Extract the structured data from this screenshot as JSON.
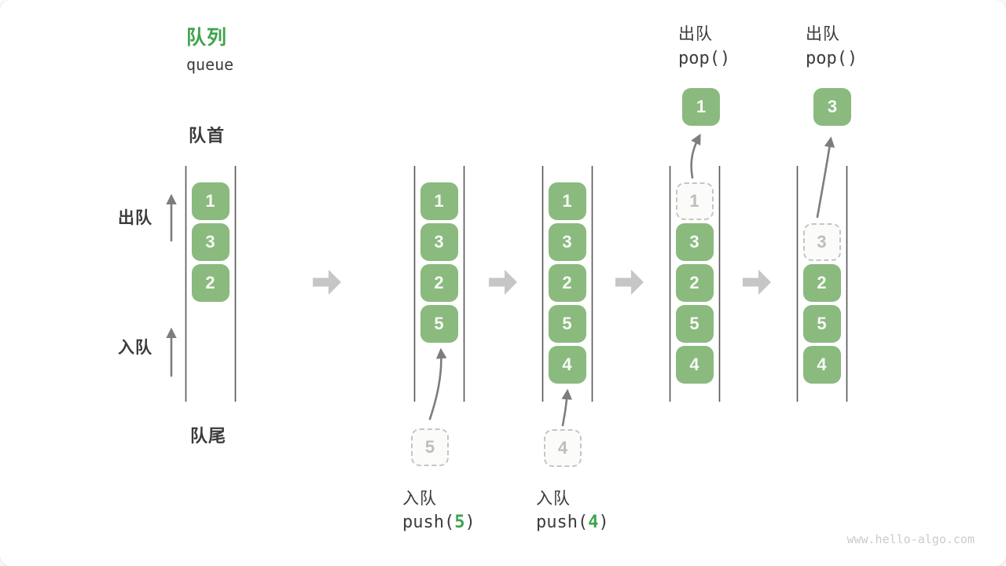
{
  "title": {
    "zh": "队列",
    "en": "queue"
  },
  "labels": {
    "front": "队首",
    "rear": "队尾",
    "dequeue_side": "出队",
    "enqueue_side": "入队"
  },
  "states": [
    {
      "name": "initial",
      "slots": [
        {
          "value": "1",
          "style": "solid"
        },
        {
          "value": "3",
          "style": "solid"
        },
        {
          "value": "2",
          "style": "solid"
        },
        {
          "style": "empty"
        },
        {
          "style": "empty"
        }
      ]
    },
    {
      "name": "after-push-5",
      "slots": [
        {
          "value": "1",
          "style": "solid"
        },
        {
          "value": "3",
          "style": "solid"
        },
        {
          "value": "2",
          "style": "solid"
        },
        {
          "value": "5",
          "style": "solid"
        },
        {
          "style": "empty"
        }
      ],
      "staging": {
        "value": "5"
      },
      "op": {
        "zh": "入队",
        "code": [
          {
            "text": "push(",
            "accent": false
          },
          {
            "text": "5",
            "accent": true
          },
          {
            "text": ")",
            "accent": false
          }
        ],
        "position": "bottom"
      }
    },
    {
      "name": "after-push-4",
      "slots": [
        {
          "value": "1",
          "style": "solid"
        },
        {
          "value": "3",
          "style": "solid"
        },
        {
          "value": "2",
          "style": "solid"
        },
        {
          "value": "5",
          "style": "solid"
        },
        {
          "value": "4",
          "style": "solid"
        }
      ],
      "staging": {
        "value": "4"
      },
      "op": {
        "zh": "入队",
        "code": [
          {
            "text": "push(",
            "accent": false
          },
          {
            "text": "4",
            "accent": true
          },
          {
            "text": ")",
            "accent": false
          }
        ],
        "position": "bottom"
      }
    },
    {
      "name": "after-pop-1",
      "slots": [
        {
          "value": "1",
          "style": "dashed"
        },
        {
          "value": "3",
          "style": "solid"
        },
        {
          "value": "2",
          "style": "solid"
        },
        {
          "value": "5",
          "style": "solid"
        },
        {
          "value": "4",
          "style": "solid"
        }
      ],
      "popped": {
        "value": "1"
      },
      "op": {
        "zh": "出队",
        "code": [
          {
            "text": "pop()",
            "accent": false
          }
        ],
        "position": "top"
      }
    },
    {
      "name": "after-pop-3",
      "slots": [
        {
          "style": "empty"
        },
        {
          "value": "3",
          "style": "dashed"
        },
        {
          "value": "2",
          "style": "solid"
        },
        {
          "value": "5",
          "style": "solid"
        },
        {
          "value": "4",
          "style": "solid"
        }
      ],
      "popped": {
        "value": "3"
      },
      "op": {
        "zh": "出队",
        "code": [
          {
            "text": "pop()",
            "accent": false
          }
        ],
        "position": "top"
      }
    }
  ],
  "watermark": "www.hello-algo.com",
  "colors": {
    "box_green": "#8ABA7E",
    "accent_green": "#3FA34D",
    "text_dark": "#3B3B3B",
    "wall_gray": "#555555",
    "thin_arrow_gray": "#7D7D7D",
    "block_arrow_gray": "#C6C6C6",
    "dashed_border": "#C5C5C5",
    "dashed_text": "#BDBDBD",
    "watermark_gray": "#CBCBCB"
  }
}
